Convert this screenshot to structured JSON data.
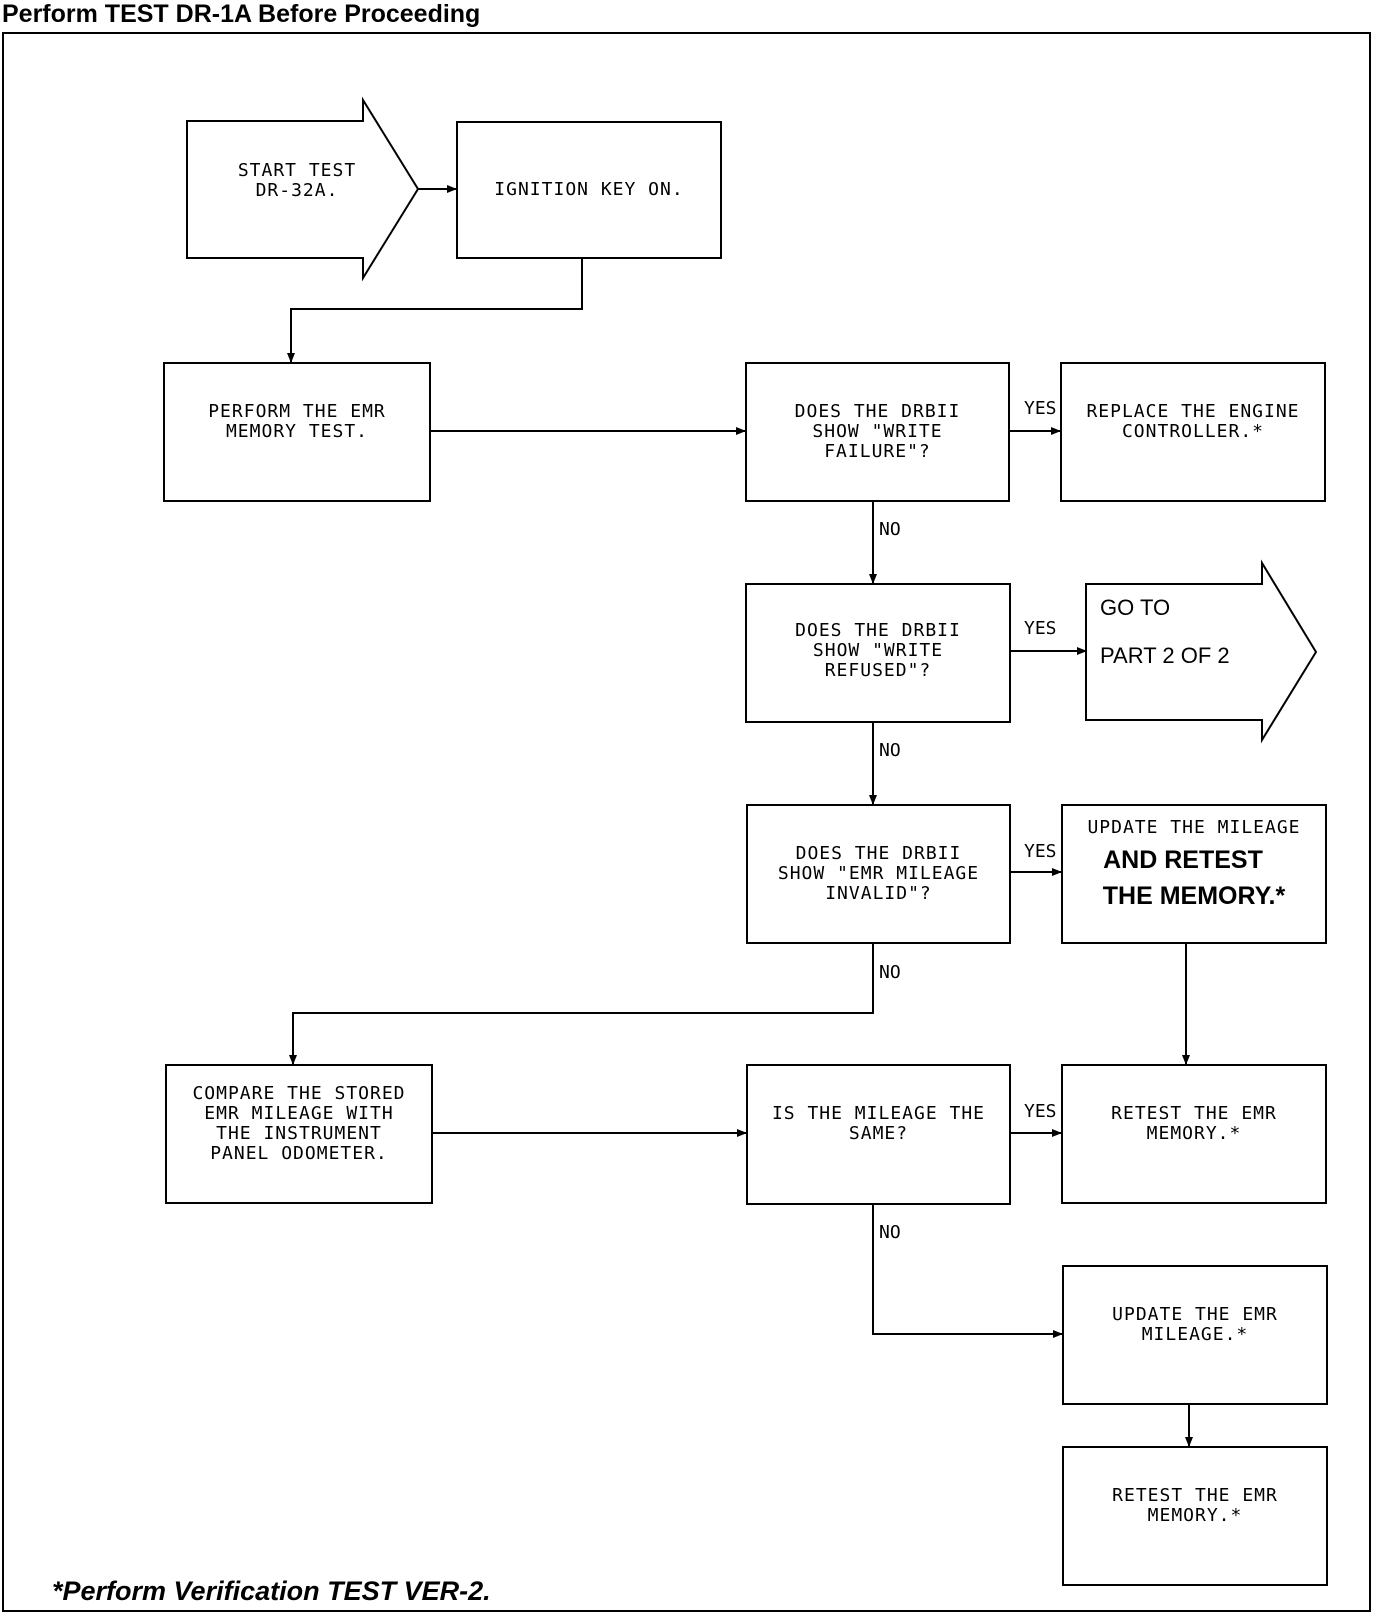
{
  "header": {
    "title": "Perform TEST DR-1A Before Proceeding"
  },
  "footer": {
    "note": "*Perform Verification TEST VER-2."
  },
  "nodes": {
    "start": "START TEST\nDR-32A.",
    "ignition": "IGNITION KEY ON.",
    "perform_emr": "PERFORM THE EMR\nMEMORY TEST.",
    "write_failure": "DOES THE DRBII\nSHOW \"WRITE\nFAILURE\"?",
    "replace_controller": "REPLACE THE ENGINE\nCONTROLLER.*",
    "write_refused": "DOES THE DRBII\nSHOW \"WRITE\nREFUSED\"?",
    "goto_line1": "GO TO",
    "goto_line2": "PART 2 OF 2",
    "mileage_invalid": "DOES THE DRBII\nSHOW \"EMR MILEAGE\nINVALID\"?",
    "update_line1": "UPDATE THE MILEAGE",
    "update_line2": "AND RETEST",
    "update_line3": "THE MEMORY.*",
    "compare": "COMPARE THE STORED\nEMR MILEAGE WITH\nTHE INSTRUMENT\nPANEL ODOMETER.",
    "same": "IS THE MILEAGE THE\nSAME?",
    "retest1": "RETEST THE EMR\nMEMORY.*",
    "update_emr": "UPDATE THE EMR\nMILEAGE.*",
    "retest2": "RETEST THE EMR\nMEMORY.*"
  },
  "labels": {
    "yes1": "YES",
    "no1": "NO",
    "yes2": "YES",
    "no2": "NO",
    "yes3": "YES",
    "no3": "NO",
    "yes4": "YES",
    "no4": "NO"
  }
}
